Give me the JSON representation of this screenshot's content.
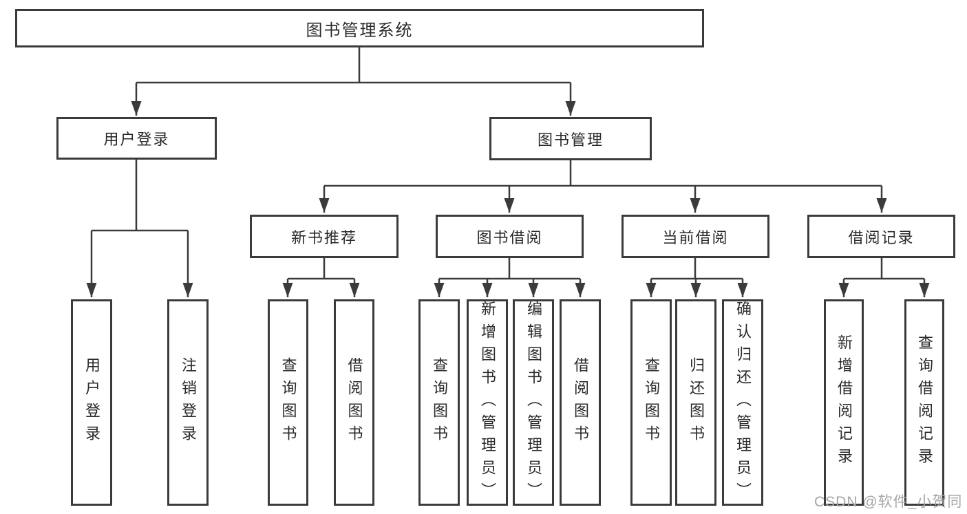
{
  "diagram": {
    "title": "图书管理系统",
    "level2": {
      "user_login": "用户登录",
      "book_mgmt": "图书管理"
    },
    "level3": {
      "new_books": "新书推荐",
      "borrowing": "图书借阅",
      "current": "当前借阅",
      "records": "借阅记录"
    },
    "leaves": {
      "user_login": "用户登录",
      "logout": "注销登录",
      "nb_query": "查询图书",
      "nb_borrow": "借阅图书",
      "bw_query": "查询图书",
      "bw_add": "新增图书（管理员）",
      "bw_edit": "编辑图书（管理员）",
      "bw_borrow": "借阅图书",
      "cur_query": "查询图书",
      "cur_return": "归还图书",
      "cur_confirm": "确认归还（管理员）",
      "rec_add": "新增借阅记录",
      "rec_query": "查询借阅记录"
    },
    "colors": {
      "line": "#3b3b3b",
      "text": "#2a2a2a",
      "watermark": "#a6a6a6"
    }
  },
  "watermark": {
    "text": "CSDN @软件_小贺同学"
  }
}
